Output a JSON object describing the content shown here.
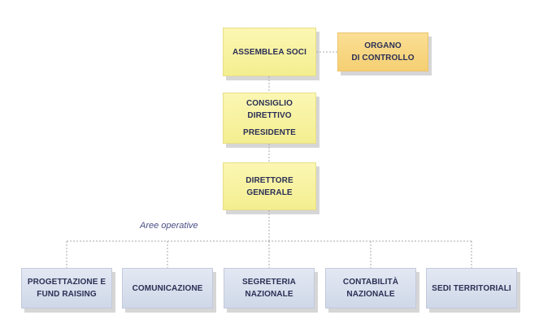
{
  "governance": {
    "assemblea": "ASSEMBLEA SOCI",
    "organo": [
      "ORGANO",
      "DI CONTROLLO"
    ],
    "consiglio": [
      "CONSIGLIO DIRETTIVO",
      "PRESIDENTE"
    ],
    "direttore": [
      "DIRETTORE",
      "GENERALE"
    ]
  },
  "aree_label": "Aree operative",
  "areas": [
    [
      "PROGETTAZIONE E",
      "FUND RAISING"
    ],
    [
      "COMUNICAZIONE"
    ],
    [
      "SEGRETERIA",
      "NAZIONALE"
    ],
    [
      "CONTABILITÀ",
      "NAZIONALE"
    ],
    [
      "SEDI TERRITORIALI"
    ]
  ],
  "colors": {
    "governance_fill": "#f6f09c",
    "control_fill": "#f8d67f",
    "area_fill": "#d8dfed",
    "text": "#2b2f55",
    "connector": "#a8a8a8"
  }
}
